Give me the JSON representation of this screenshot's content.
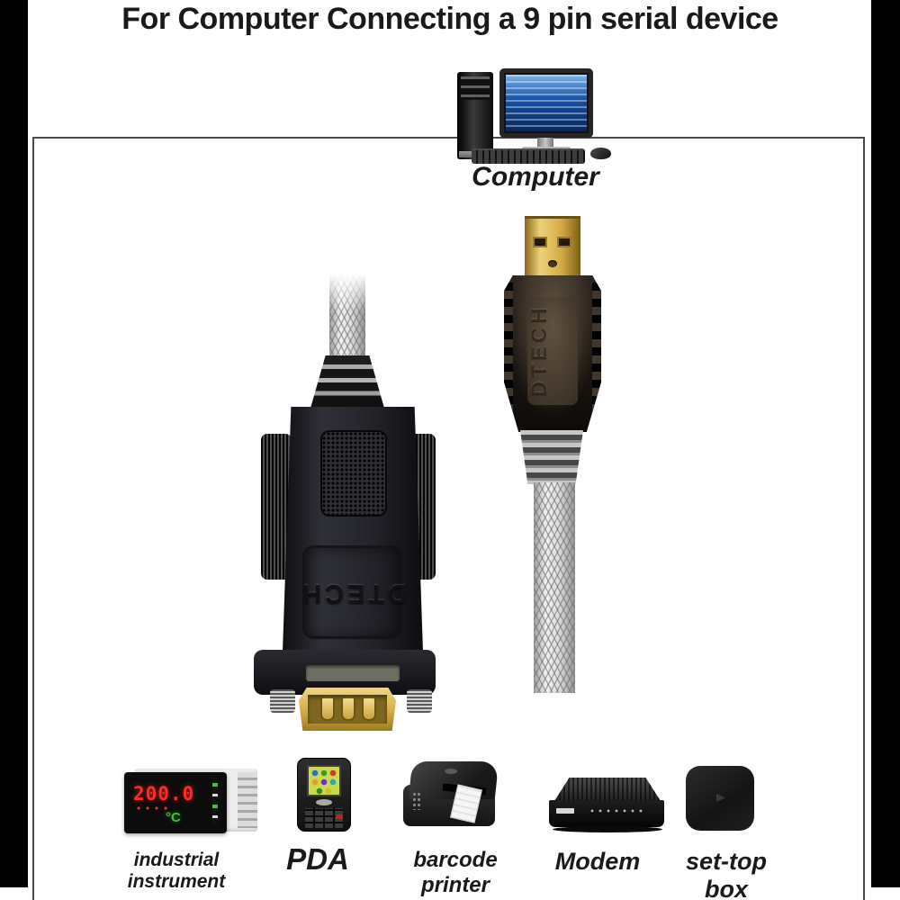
{
  "page_title": "For Computer Connecting a 9 pin serial device",
  "computer": {
    "icon": "desktop-computer-icon",
    "label": "Computer"
  },
  "cable": {
    "usb_connector": "usb-a-male-connector",
    "serial_connector": "db9-rs232-male-connector",
    "usb_brand": "DTECH",
    "db9_brand": "DTECH"
  },
  "devices": [
    {
      "icon": "industrial-instrument-icon",
      "label": "industrial instrument",
      "display_value": "200.0",
      "display_unit": "°C"
    },
    {
      "icon": "pda-icon",
      "label": "PDA"
    },
    {
      "icon": "barcode-printer-icon",
      "label": "barcode printer"
    },
    {
      "icon": "modem-icon",
      "label": "Modem"
    },
    {
      "icon": "set-top-box-icon",
      "label": "set-top box"
    }
  ],
  "colors": {
    "ink": "#1a1a1a",
    "frame": "#4a4a4a",
    "gold": "#d4ab45",
    "cable-silver": "#dcdcdc",
    "screen-blue": "#1450a0",
    "display-red": "#ff2a2a",
    "display-green": "#3ec03e"
  }
}
